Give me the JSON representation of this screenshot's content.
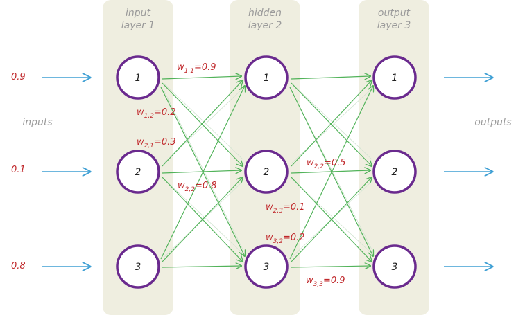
{
  "colors": {
    "band": "#efeee0",
    "node_stroke": "#6a2a8e",
    "arrow_blue": "#3e9fd4",
    "edge_green": "#52b35a",
    "edge_faint": "#cfe3cf",
    "weight_red": "#c0282b",
    "label_gray": "#9a9a9a"
  },
  "layers": [
    {
      "line1": "input",
      "line2": "layer 1",
      "nodes": [
        "1",
        "2",
        "3"
      ]
    },
    {
      "line1": "hidden",
      "line2": "layer 2",
      "nodes": [
        "1",
        "2",
        "3"
      ]
    },
    {
      "line1": "output",
      "line2": "layer 3",
      "nodes": [
        "1",
        "2",
        "3"
      ]
    }
  ],
  "inputs_label": "inputs",
  "outputs_label": "outputs",
  "input_values": [
    "0.9",
    "0.1",
    "0.8"
  ],
  "weights": [
    {
      "sub": "1,1",
      "value": "0.9"
    },
    {
      "sub": "1,2",
      "value": "0.2"
    },
    {
      "sub": "2,1",
      "value": "0.3"
    },
    {
      "sub": "2,2",
      "value": "0.8"
    },
    {
      "sub": "2,2",
      "value": "0.5"
    },
    {
      "sub": "2,3",
      "value": "0.1"
    },
    {
      "sub": "3,2",
      "value": "0.2"
    },
    {
      "sub": "3,3",
      "value": "0.9"
    }
  ]
}
